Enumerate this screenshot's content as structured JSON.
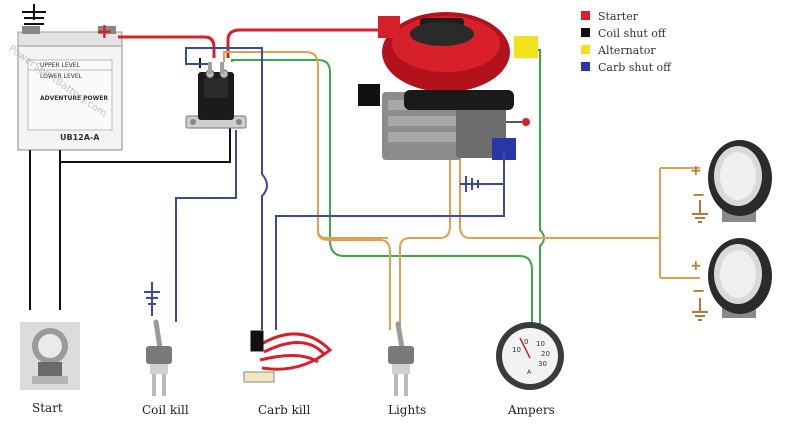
{
  "legend": {
    "items": [
      {
        "label": "Starter",
        "color": "#d8202a"
      },
      {
        "label": "Coil shut off",
        "color": "#111111"
      },
      {
        "label": "Alternator",
        "color": "#f2e21b"
      },
      {
        "label": "Carb shut off",
        "color": "#2a35a8"
      }
    ]
  },
  "wire_colors": {
    "red": "#d8202a",
    "black": "#111111",
    "blue": "#3a4aa0",
    "orange": "#e0a050",
    "green": "#3aa84a"
  },
  "components": {
    "start": "Start",
    "coil_kill": "Coil kill",
    "carb_kill": "Carb kill",
    "lights": "Lights",
    "ampers": "Ampers"
  },
  "battery": {
    "brand": "ADVENTURE POWER",
    "model": "UB12A-A",
    "upper_level": "UPPER LEVEL",
    "lower_level": "LOWER LEVEL",
    "plus_sign": "+",
    "minus_sign": "−"
  },
  "watermark": "PowerSportBattery.com",
  "light_signs": {
    "plus_top": "+",
    "minus_top": "−",
    "plus_bottom": "+",
    "minus_bottom": "−"
  },
  "gauge": {
    "scale": [
      "10",
      "0",
      "10",
      "20",
      "30"
    ],
    "unit": "A"
  }
}
